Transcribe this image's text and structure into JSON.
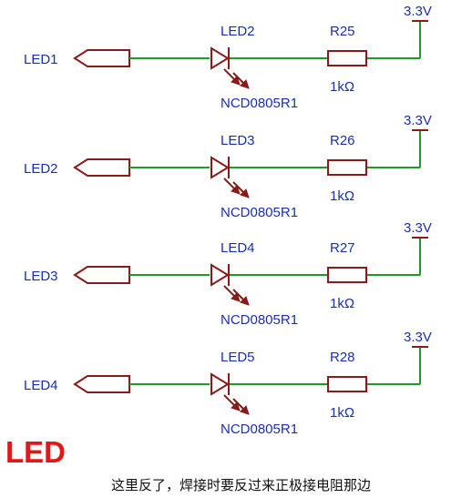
{
  "colors": {
    "wire": "#1f9a2a",
    "component": "#8b1a1a",
    "label": "#1a2fb0",
    "highlight": "#e01818"
  },
  "rows": [
    {
      "net": "LED1",
      "led": "LED2",
      "led_highlight": false,
      "led_part": "NCD0805R1",
      "resistor": "R25",
      "value": "1kΩ",
      "power": "3.3V"
    },
    {
      "net": "LED2",
      "led": "LED3",
      "led_highlight": true,
      "led_part": "NCD0805R1",
      "resistor": "R26",
      "value": "1kΩ",
      "power": "3.3V"
    },
    {
      "net": "LED3",
      "led": "LED4",
      "led_highlight": false,
      "led_part": "NCD0805R1",
      "resistor": "R27",
      "value": "1kΩ",
      "power": "3.3V"
    },
    {
      "net": "LED4",
      "led": "LED5",
      "led_highlight": false,
      "led_part": "NCD0805R1",
      "resistor": "R28",
      "value": "1kΩ",
      "power": "3.3V"
    }
  ],
  "section_title": "LED",
  "note": "这里反了，焊接时要反过来正极接电阻那边"
}
